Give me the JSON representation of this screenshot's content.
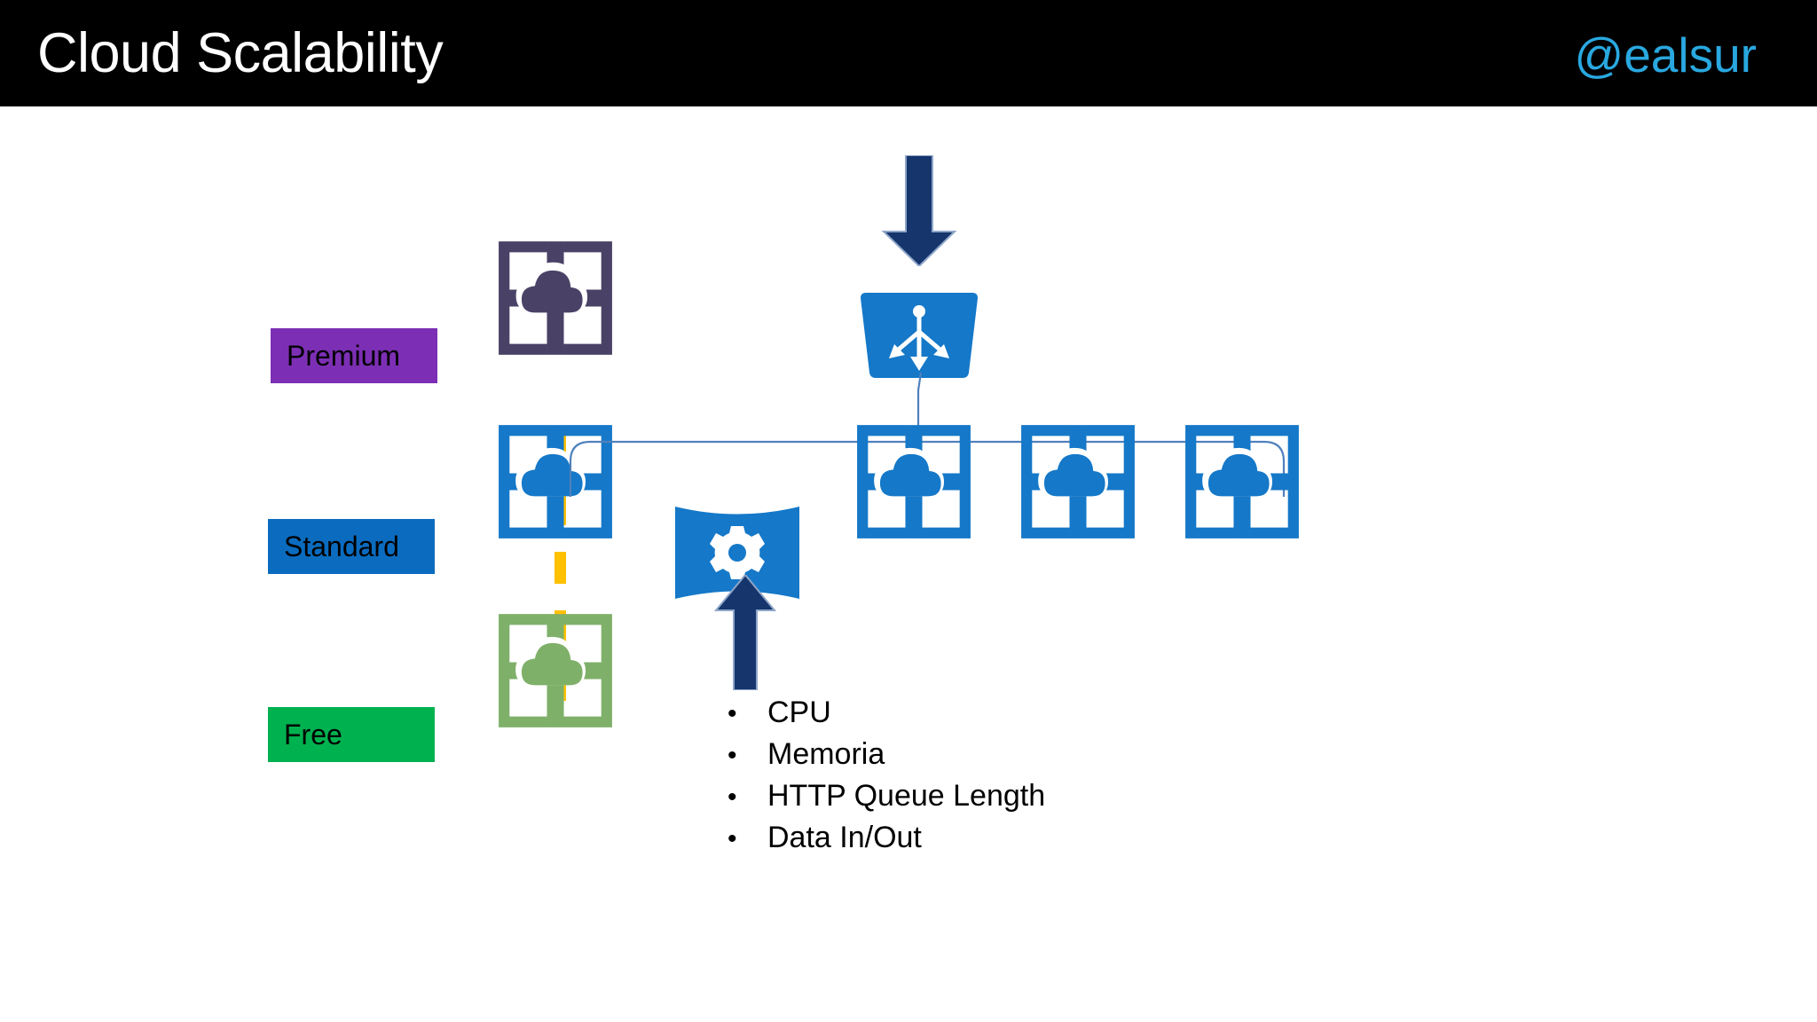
{
  "header": {
    "title": "Cloud Scalability",
    "handle": "@ealsur",
    "background_color": "#000000",
    "title_color": "#ffffff",
    "handle_color": "#29a8e0"
  },
  "tiers": [
    {
      "label": "Premium",
      "badge_color": "#7c2fb4",
      "icon_color": "#4a4266",
      "icon_name": "cloud-service-premium-icon"
    },
    {
      "label": "Standard",
      "badge_color": "#0b6cbf",
      "icon_color": "#1578c8",
      "icon_name": "cloud-service-standard-icon"
    },
    {
      "label": "Free",
      "badge_color": "#00b14f",
      "icon_color": "#7fb069",
      "icon_name": "cloud-service-free-icon"
    }
  ],
  "diagram": {
    "ingress_arrow": {
      "name": "ingress-arrow-down",
      "color": "#16356d"
    },
    "load_balancer": {
      "name": "load-balancer-icon",
      "color": "#1578c8",
      "glyph_color": "#ffffff"
    },
    "scale_out_arrow": {
      "name": "scale-out-arrow-up",
      "color": "#16356d"
    },
    "autoscale": {
      "name": "autoscale-gear-icon",
      "color": "#1578c8",
      "glyph_color": "#ffffff"
    },
    "connector": {
      "name": "load-balancer-connector",
      "color": "#4f81bd"
    },
    "tier_link": {
      "name": "tier-upgrade-dashed-line",
      "color": "#ffc000"
    },
    "instances": [
      {
        "name": "cloud-instance-1",
        "color": "#1578c8"
      },
      {
        "name": "cloud-instance-2",
        "color": "#1578c8"
      },
      {
        "name": "cloud-instance-3",
        "color": "#1578c8"
      }
    ]
  },
  "metrics": {
    "bullet_glyph": "•",
    "items": [
      {
        "label": "CPU"
      },
      {
        "label": "Memoria"
      },
      {
        "label": "HTTP Queue Length"
      },
      {
        "label": "Data In/Out"
      }
    ]
  }
}
